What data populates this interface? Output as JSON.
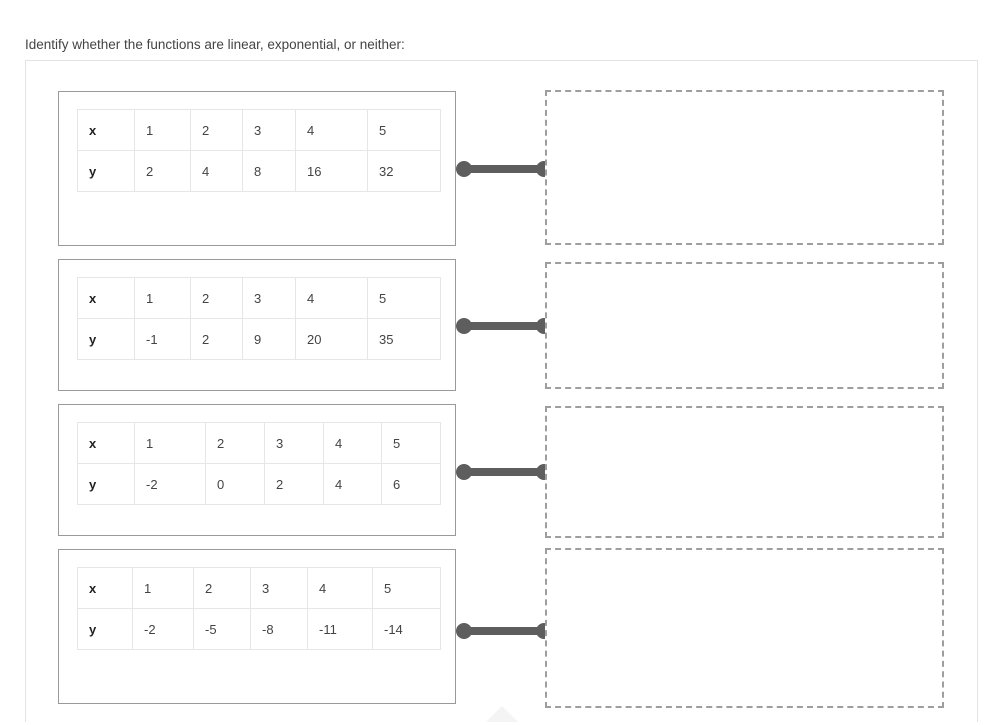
{
  "prompt": "Identify whether the functions are linear, exponential, or neither:",
  "colors": {
    "page_background": "#ffffff",
    "text": "#444444",
    "card_border": "#9a9a9a",
    "table_grid": "#e6e6e6",
    "connector": "#5e5e5e",
    "drop_zone_border": "#9e9e9e",
    "container_border": "#e3e3e3"
  },
  "rows": [
    {
      "id": "row-1",
      "table": {
        "x_label": "x",
        "y_label": "y",
        "x_values": [
          "1",
          "2",
          "3",
          "4",
          "5"
        ],
        "y_values": [
          "2",
          "4",
          "8",
          "16",
          "32"
        ]
      },
      "drop_zone": {
        "value": "",
        "placeholder": ""
      }
    },
    {
      "id": "row-2",
      "table": {
        "x_label": "x",
        "y_label": "y",
        "x_values": [
          "1",
          "2",
          "3",
          "4",
          "5"
        ],
        "y_values": [
          "-1",
          "2",
          "9",
          "20",
          "35"
        ]
      },
      "drop_zone": {
        "value": "",
        "placeholder": ""
      }
    },
    {
      "id": "row-3",
      "table": {
        "x_label": "x",
        "y_label": "y",
        "x_values": [
          "1",
          "2",
          "3",
          "4",
          "5"
        ],
        "y_values": [
          "-2",
          "0",
          "2",
          "4",
          "6"
        ]
      },
      "drop_zone": {
        "value": "",
        "placeholder": ""
      }
    },
    {
      "id": "row-4",
      "table": {
        "x_label": "x",
        "y_label": "y",
        "x_values": [
          "1",
          "2",
          "3",
          "4",
          "5"
        ],
        "y_values": [
          "-2",
          "-5",
          "-8",
          "-11",
          "-14"
        ]
      },
      "drop_zone": {
        "value": "",
        "placeholder": ""
      }
    }
  ]
}
